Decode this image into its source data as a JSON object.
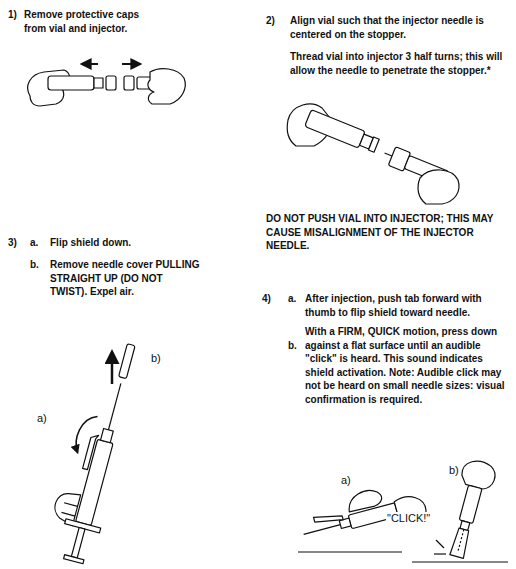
{
  "diagram": {
    "labels": [
      "1)",
      "Remove protective caps from vial and injector.",
      "2)",
      "Align vial such that the injector needle is centered on the stopper.",
      "Thread vial into injector 3 half turns; this will allow the needle to penetrate the stopper.*",
      "DO NOT PUSH VIAL INTO INJECTOR; THIS MAY CAUSE MISALIGNMENT OF THE INJECTOR NEEDLE.",
      "3)",
      "a.",
      "Flip shield down.",
      "b.",
      "Remove needle cover PULLING STRAIGHT UP (DO NOT TWIST). Expel air.",
      "b)",
      "a)",
      "4)",
      "a.",
      "After injection, push tab forward with thumb to flip shield toward needle.",
      "b.",
      "With a FIRM, QUICK motion, press down against a flat surface until an audible \"click\" is heard. This sound indicates shield activation. Note: Audible click may not be heard on small needle sizes: visual confirmation is required.",
      "a)",
      "b)",
      "\"CLICK!\""
    ]
  }
}
